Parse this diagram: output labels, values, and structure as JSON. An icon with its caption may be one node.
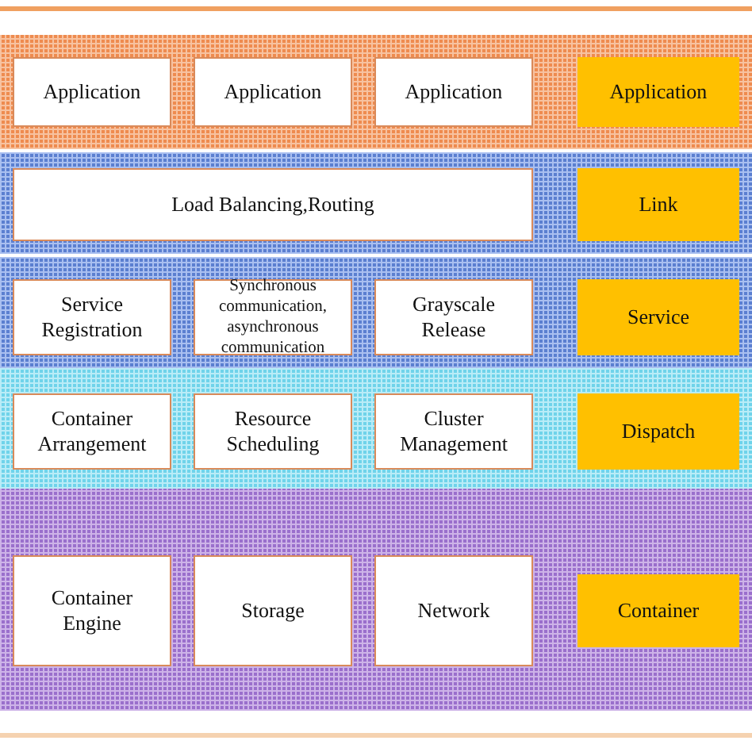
{
  "diagram": {
    "nodes": [
      {
        "text": [
          "Application"
        ]
      },
      {
        "text": [
          "Application"
        ]
      },
      {
        "text": [
          "Application"
        ]
      },
      {
        "text": [
          "Application"
        ]
      },
      {
        "text": [
          "Load Balancing,Routing"
        ]
      },
      {
        "text": [
          "Link"
        ]
      },
      {
        "text": [
          "Service Registration"
        ]
      },
      {
        "text": [
          "Synchronous communication, asynchronous communication"
        ]
      },
      {
        "text": [
          "Grayscale Release"
        ]
      },
      {
        "text": [
          "Service"
        ]
      },
      {
        "text": [
          "Container Arrangement"
        ]
      },
      {
        "text": [
          "Resource Scheduling"
        ]
      },
      {
        "text": [
          "Cluster Management"
        ]
      },
      {
        "text": [
          "Dispatch"
        ]
      },
      {
        "text": [
          "Container Engine"
        ]
      },
      {
        "text": [
          "Storage"
        ]
      },
      {
        "text": [
          "Network"
        ]
      },
      {
        "text": [
          "Container"
        ]
      }
    ],
    "edges": []
  }
}
